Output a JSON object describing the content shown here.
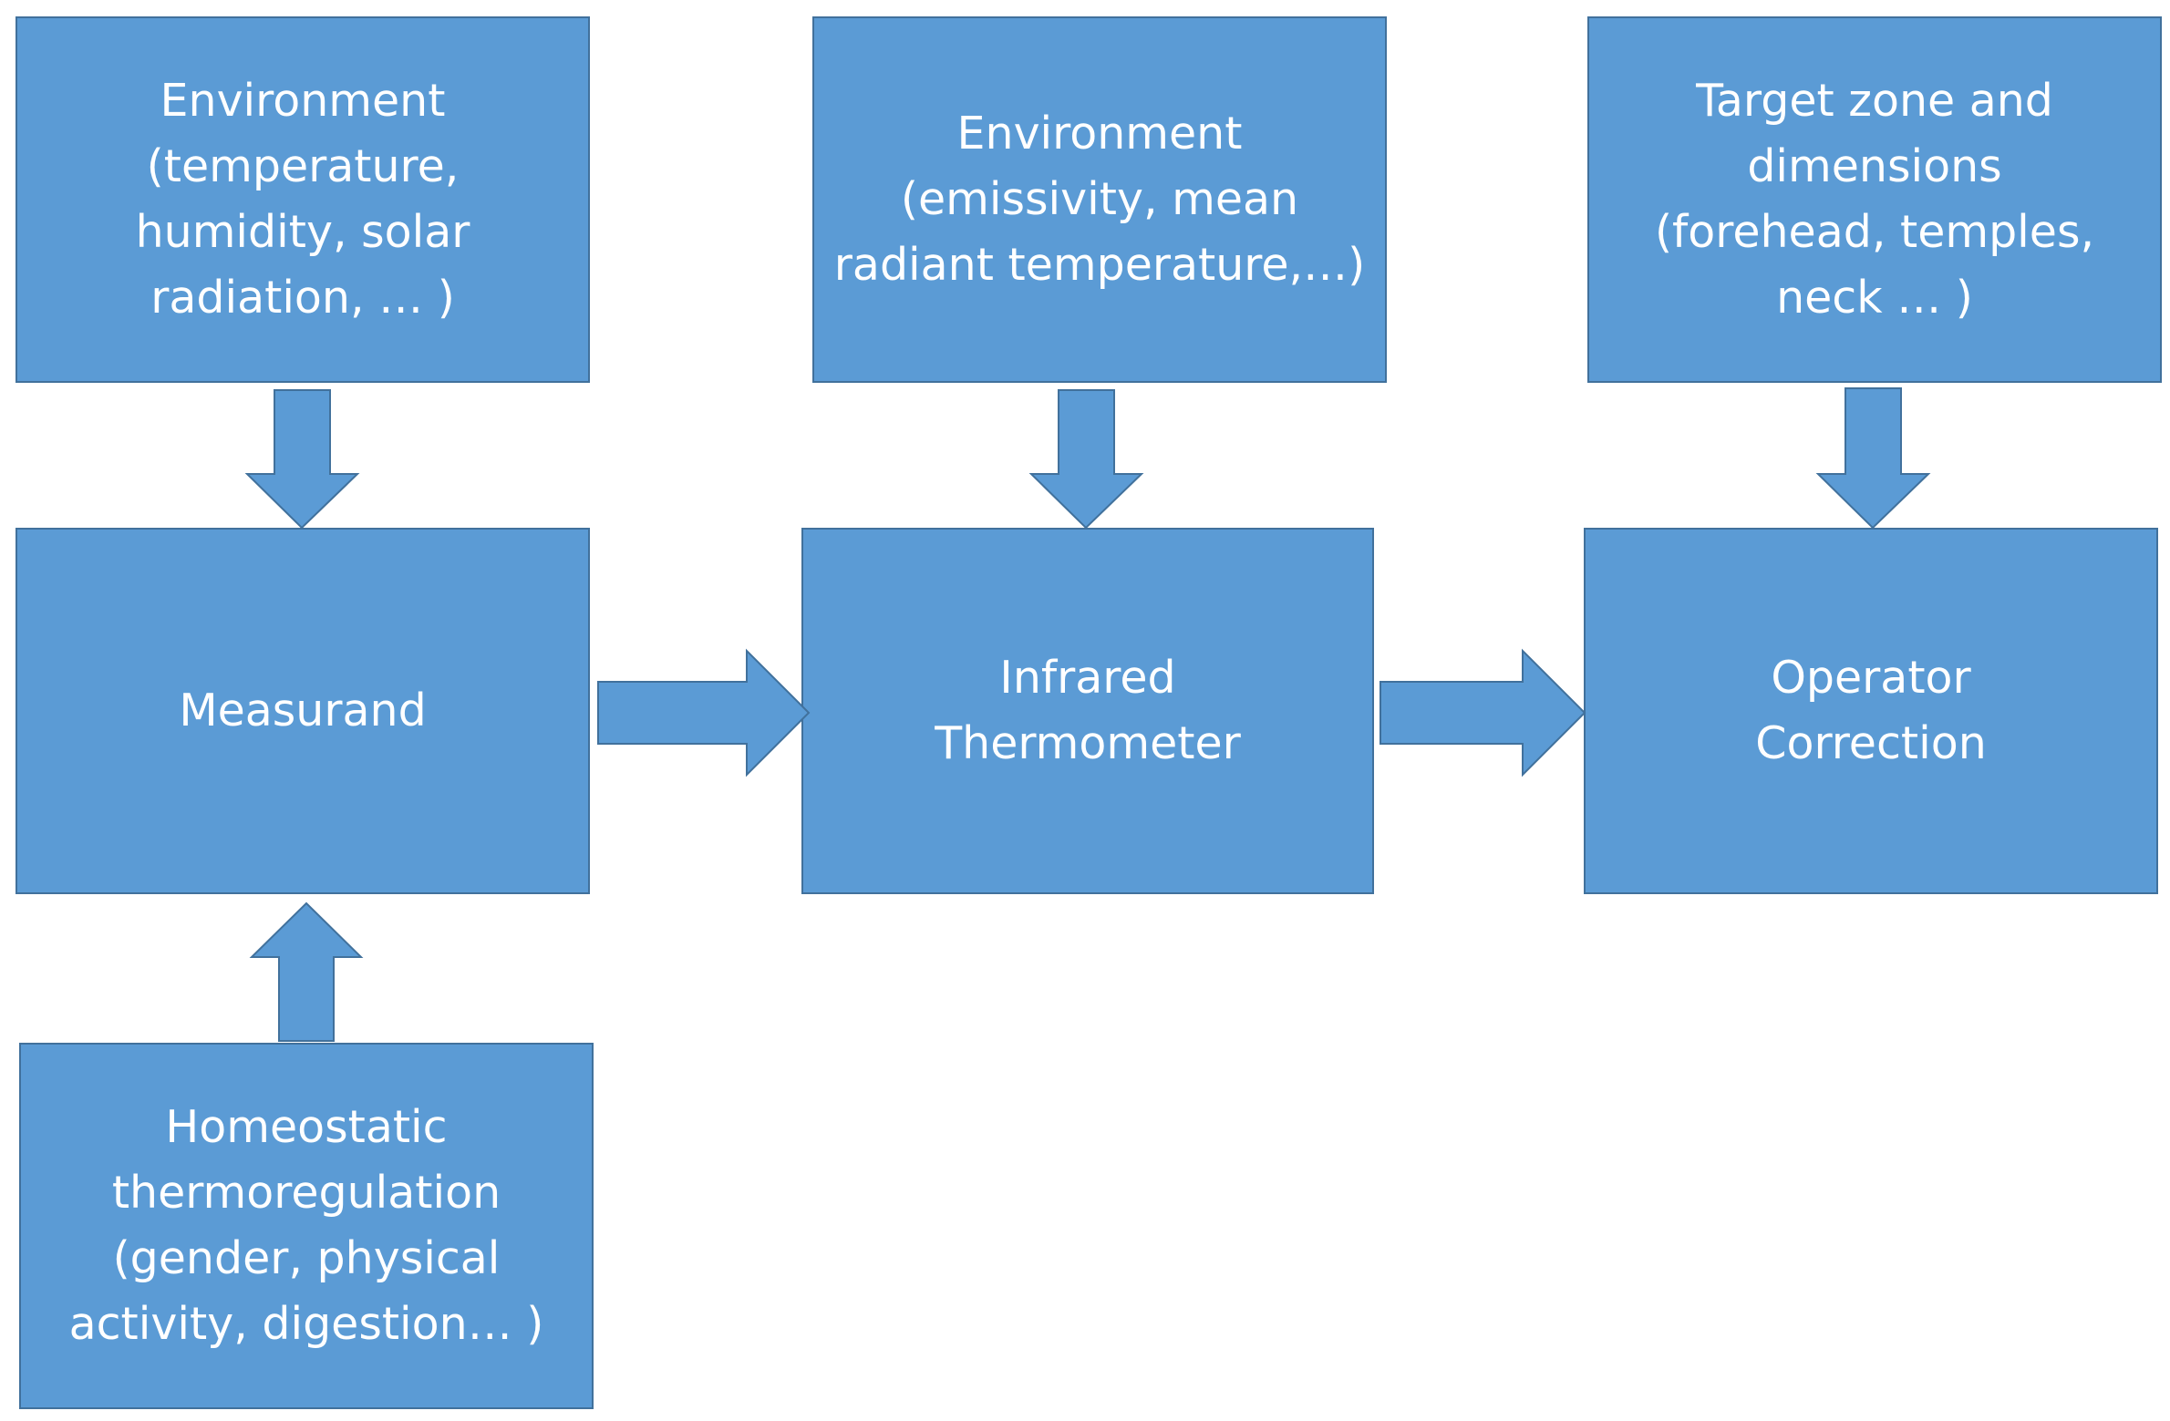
{
  "boxes": {
    "environment_ambient": {
      "lines": [
        "Environment",
        "(temperature,",
        "humidity, solar",
        "radiation, … )"
      ]
    },
    "environment_radiative": {
      "lines": [
        "Environment",
        "(emissivity, mean",
        "radiant temperature,…)"
      ]
    },
    "target_zone": {
      "lines": [
        "Target zone and",
        "dimensions",
        "(forehead, temples,",
        "neck … )"
      ]
    },
    "measurand": {
      "lines": [
        "Measurand"
      ]
    },
    "infrared_thermometer": {
      "lines": [
        "Infrared",
        "Thermometer"
      ]
    },
    "operator_correction": {
      "lines": [
        "Operator",
        "Correction"
      ]
    },
    "homeostatic": {
      "lines": [
        "Homeostatic",
        "thermoregulation",
        "(gender, physical",
        "activity, digestion… )"
      ]
    }
  },
  "colors": {
    "box_fill": "#5b9bd5",
    "box_border": "#41719c",
    "text": "#ffffff"
  }
}
